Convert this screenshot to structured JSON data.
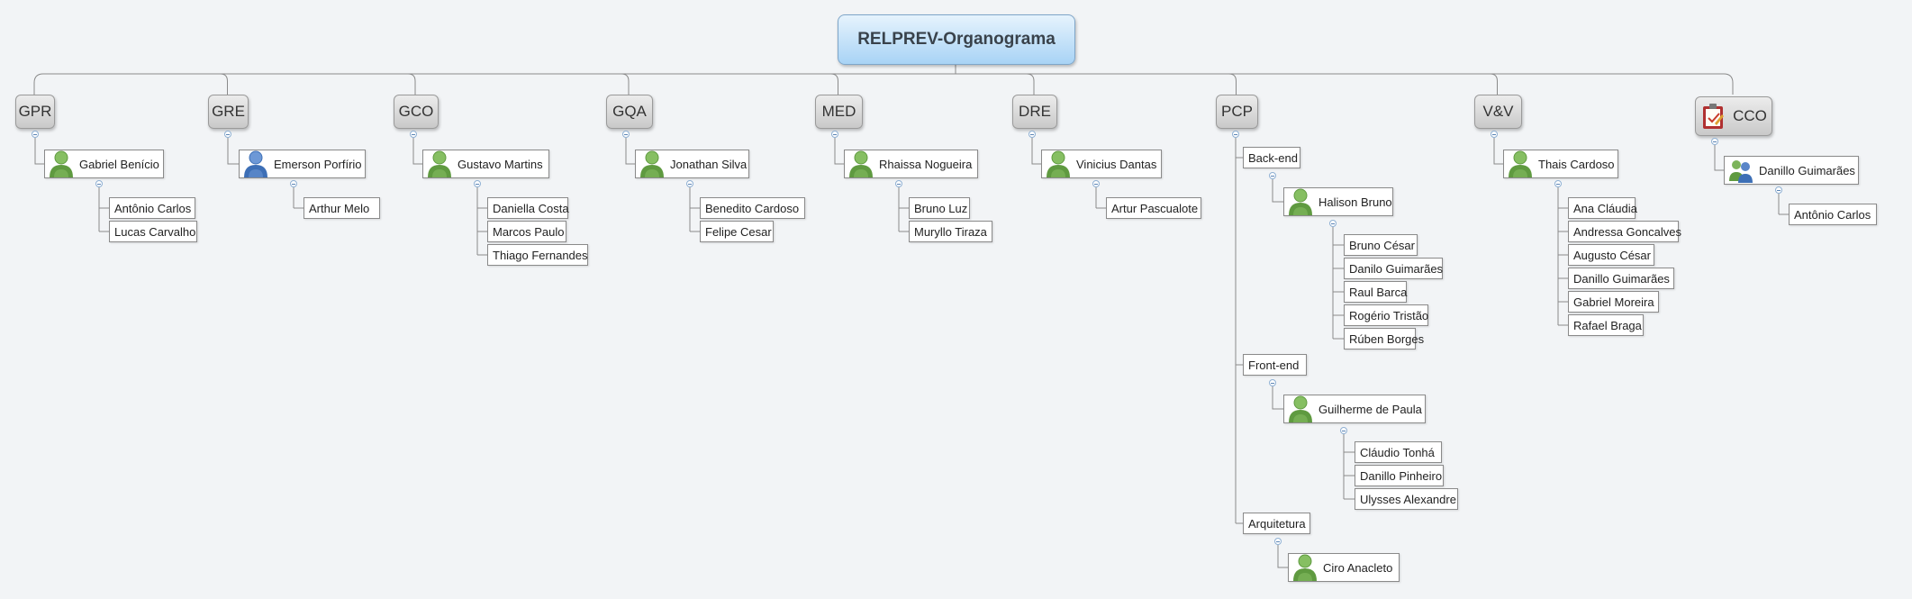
{
  "title": "RELPREV-Organograma",
  "colors": {
    "line": "#8a8a8a",
    "root_top": "#e6f3fd",
    "root_bottom": "#a8d3f5",
    "person_green": "#6aa84f",
    "person_blue": "#3d6fb6"
  },
  "departments": [
    {
      "id": "gpr",
      "label": "GPR",
      "lead": {
        "name": "Gabriel Benício",
        "icon": "person-green-icon"
      },
      "members": [
        "Antônio Carlos",
        "Lucas Carvalho"
      ]
    },
    {
      "id": "gre",
      "label": "GRE",
      "lead": {
        "name": "Emerson Porfírio",
        "icon": "person-blue-icon"
      },
      "members": [
        "Arthur Melo"
      ]
    },
    {
      "id": "gco",
      "label": "GCO",
      "lead": {
        "name": "Gustavo Martins",
        "icon": "person-green-icon"
      },
      "members": [
        "Daniella Costa",
        "Marcos Paulo",
        "Thiago Fernandes"
      ]
    },
    {
      "id": "gqa",
      "label": "GQA",
      "lead": {
        "name": "Jonathan Silva",
        "icon": "person-green-icon"
      },
      "members": [
        "Benedito Cardoso",
        "Felipe Cesar"
      ]
    },
    {
      "id": "med",
      "label": "MED",
      "lead": {
        "name": "Rhaissa Nogueira",
        "icon": "person-green-icon"
      },
      "members": [
        "Bruno Luz",
        "Muryllo Tiraza"
      ]
    },
    {
      "id": "dre",
      "label": "DRE",
      "lead": {
        "name": "Vinicius Dantas",
        "icon": "person-green-icon"
      },
      "members": [
        "Artur Pascualote"
      ]
    },
    {
      "id": "pcp",
      "label": "PCP",
      "subgroups": [
        {
          "label": "Back-end",
          "lead": {
            "name": "Halison Bruno",
            "icon": "person-green-icon"
          },
          "members": [
            "Bruno César",
            "Danilo Guimarães",
            "Raul Barca",
            "Rogério Tristão",
            "Rúben Borges"
          ]
        },
        {
          "label": "Front-end",
          "lead": {
            "name": "Guilherme de Paula",
            "icon": "person-green-icon"
          },
          "members": [
            "Cláudio Tonhá",
            "Danillo Pinheiro",
            "Ulysses Alexandre"
          ]
        },
        {
          "label": "Arquitetura",
          "lead": {
            "name": "Ciro Anacleto",
            "icon": "person-green-icon"
          },
          "members": []
        }
      ]
    },
    {
      "id": "vv",
      "label": "V&V",
      "lead": {
        "name": "Thais Cardoso",
        "icon": "person-green-icon"
      },
      "members": [
        "Ana Cláudia",
        "Andressa Goncalves",
        "Augusto César",
        "Danillo Guimarães",
        "Gabriel Moreira",
        "Rafael Braga"
      ]
    },
    {
      "id": "cco",
      "label": "CCO",
      "icon": "clipboard-icon",
      "lead": {
        "name": "Danillo Guimarães",
        "icon": "people-group-icon"
      },
      "members": [
        "Antônio Carlos"
      ]
    }
  ]
}
